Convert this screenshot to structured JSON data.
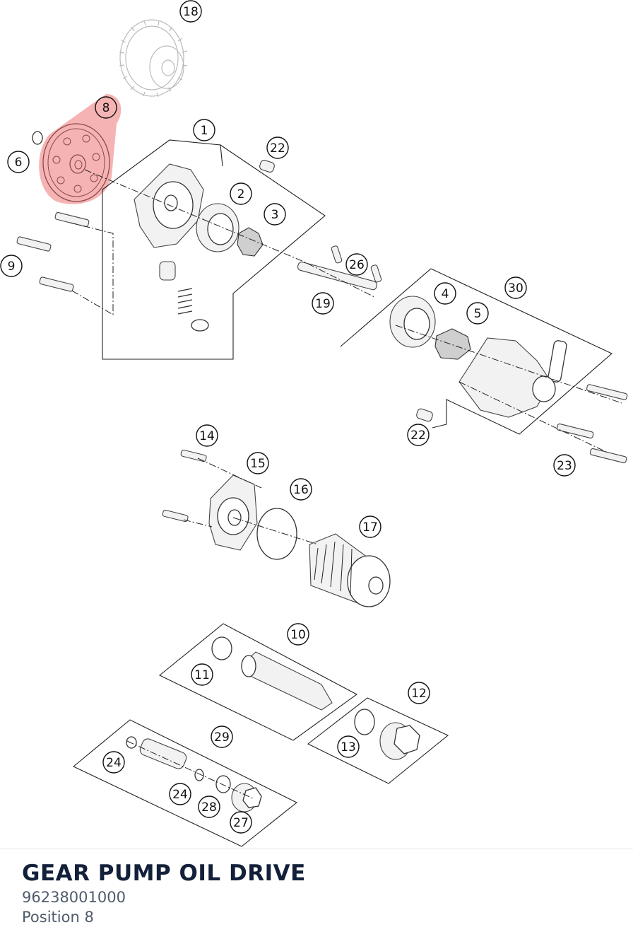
{
  "diagram": {
    "highlight_color": "#f4a6a6",
    "callouts": [
      {
        "id": "c18a",
        "label": "18"
      },
      {
        "id": "c8",
        "label": "8",
        "highlighted": true
      },
      {
        "id": "c6",
        "label": "6"
      },
      {
        "id": "c1",
        "label": "1"
      },
      {
        "id": "c22a",
        "label": "22"
      },
      {
        "id": "c2",
        "label": "2"
      },
      {
        "id": "c3",
        "label": "3"
      },
      {
        "id": "c9",
        "label": "9"
      },
      {
        "id": "c26",
        "label": "26"
      },
      {
        "id": "c19",
        "label": "19"
      },
      {
        "id": "c4",
        "label": "4"
      },
      {
        "id": "c30",
        "label": "30"
      },
      {
        "id": "c5",
        "label": "5"
      },
      {
        "id": "c22b",
        "label": "22"
      },
      {
        "id": "c14",
        "label": "14"
      },
      {
        "id": "c15",
        "label": "15"
      },
      {
        "id": "c16",
        "label": "16"
      },
      {
        "id": "c23",
        "label": "23"
      },
      {
        "id": "c17",
        "label": "17"
      },
      {
        "id": "c10",
        "label": "10"
      },
      {
        "id": "c11",
        "label": "11"
      },
      {
        "id": "c12",
        "label": "12"
      },
      {
        "id": "c13",
        "label": "13"
      },
      {
        "id": "c29",
        "label": "29"
      },
      {
        "id": "c24a",
        "label": "24"
      },
      {
        "id": "c24b",
        "label": "24"
      },
      {
        "id": "c28",
        "label": "28"
      },
      {
        "id": "c27",
        "label": "27"
      }
    ]
  },
  "footer": {
    "title": "GEAR PUMP OIL DRIVE",
    "part_number": "96238001000",
    "position": "Position 8"
  }
}
